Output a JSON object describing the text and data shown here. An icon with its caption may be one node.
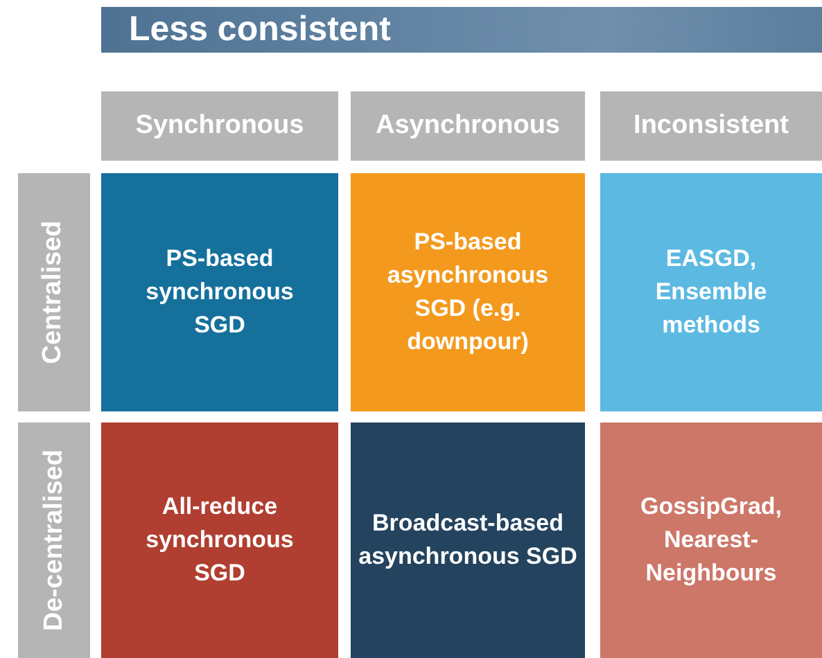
{
  "diagram": {
    "nodes": [
      {
        "text": [
          "Less consistent"
        ]
      },
      {
        "text": [
          "Synchronous"
        ]
      },
      {
        "text": [
          "Asynchronous"
        ]
      },
      {
        "text": [
          "Inconsistent"
        ]
      },
      {
        "text": [
          "Centralised"
        ]
      },
      {
        "text": [
          "De-centralised"
        ]
      },
      {
        "text": [
          "PS-based synchronous SGD"
        ]
      },
      {
        "text": [
          "PS-based asynchronous SGD (e.g. downpour)"
        ]
      },
      {
        "text": [
          "EASGD, Ensemble methods"
        ]
      },
      {
        "text": [
          "All-reduce synchronous SGD"
        ]
      },
      {
        "text": [
          "Broadcast-based asynchronous SGD"
        ]
      },
      {
        "text": [
          "GossipGrad, Nearest-Neighbours"
        ]
      }
    ]
  }
}
